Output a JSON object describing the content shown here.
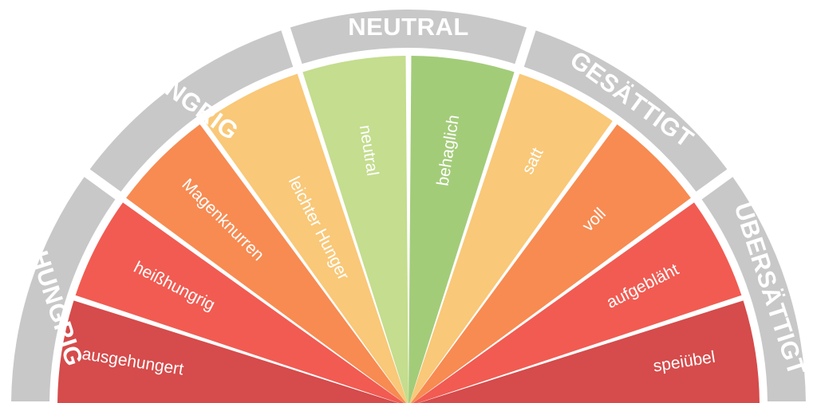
{
  "categories": [
    {
      "label": "ZU HUNGRIG",
      "color": "#c8c8c8"
    },
    {
      "label": "HUNGRIG",
      "color": "#c8c8c8"
    },
    {
      "label": "NEUTRAL",
      "color": "#c8c8c8"
    },
    {
      "label": "GESÄTTIGT",
      "color": "#c8c8c8"
    },
    {
      "label": "ÜBERSÄTTIGT",
      "color": "#c8c8c8"
    }
  ],
  "segments": [
    {
      "label": "ausgehungert",
      "color": "#d64b4b"
    },
    {
      "label": "heißhungrig",
      "color": "#f15b52"
    },
    {
      "label": "Magenknurren",
      "color": "#f78b52"
    },
    {
      "label": "leichter Hunger",
      "color": "#f9c878"
    },
    {
      "label": "neutral",
      "color": "#c4dd8e"
    },
    {
      "label": "behaglich",
      "color": "#a3cc79"
    },
    {
      "label": "satt",
      "color": "#f9c878"
    },
    {
      "label": "voll",
      "color": "#f78b52"
    },
    {
      "label": "aufgebläht",
      "color": "#f15b52"
    },
    {
      "label": "speiübel",
      "color": "#d64b4b"
    }
  ]
}
